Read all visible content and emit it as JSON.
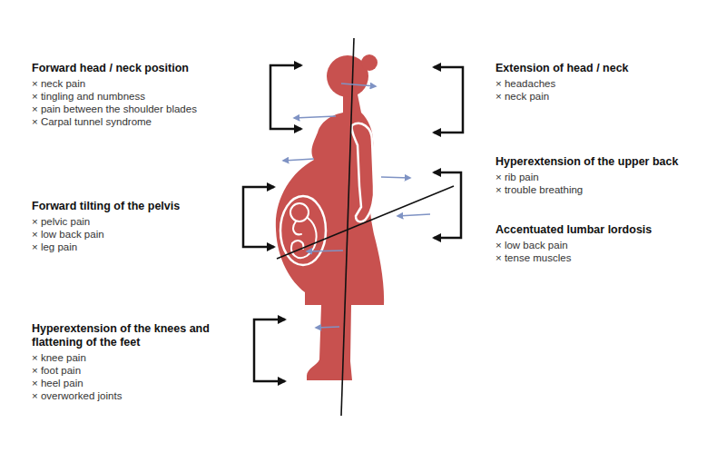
{
  "diagram": {
    "labels": [
      "Forward head / neck position",
      "× neck pain",
      "× tingling and numbness",
      "× pain between the shoulder blades",
      "× Carpal tunnel syndrome",
      "Extension of head / neck",
      "× headaches",
      "× neck pain",
      "Hyperextension of the upper back",
      "× rib pain",
      "× trouble breathing",
      "Forward tilting of the pelvis",
      "× pelvic pain",
      "× low back pain",
      "× leg pain",
      "Accentuated lumbar lordosis",
      "× low back pain",
      "× tense muscles",
      "Hyperextension of the knees and flattening of the feet",
      "× knee pain",
      "× foot pain",
      "× heel pain",
      "× overworked joints"
    ]
  }
}
